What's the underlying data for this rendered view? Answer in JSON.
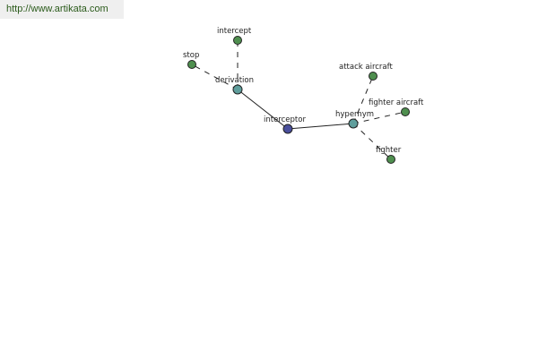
{
  "banner": {
    "url": "http://www.artikata.com"
  },
  "colors": {
    "root_node": "#4a4f9c",
    "relation_node": "#5f9e9c",
    "word_node": "#4f8f4f",
    "edge": "#222222"
  },
  "graph": {
    "nodes": [
      {
        "id": "interceptor",
        "label": "interceptor",
        "kind": "root"
      },
      {
        "id": "derivation",
        "label": "derivation",
        "kind": "relation"
      },
      {
        "id": "hypernym",
        "label": "hypernym",
        "kind": "relation"
      },
      {
        "id": "intercept",
        "label": "intercept",
        "kind": "word"
      },
      {
        "id": "stop",
        "label": "stop",
        "kind": "word"
      },
      {
        "id": "attack_aircraft",
        "label": "attack aircraft",
        "kind": "word"
      },
      {
        "id": "fighter_aircraft",
        "label": "fighter aircraft",
        "kind": "word"
      },
      {
        "id": "fighter",
        "label": "fighter",
        "kind": "word"
      }
    ],
    "edges": [
      {
        "from": "interceptor",
        "to": "derivation",
        "style": "solid"
      },
      {
        "from": "interceptor",
        "to": "hypernym",
        "style": "solid"
      },
      {
        "from": "derivation",
        "to": "intercept",
        "style": "dashed"
      },
      {
        "from": "derivation",
        "to": "stop",
        "style": "dashed"
      },
      {
        "from": "hypernym",
        "to": "attack_aircraft",
        "style": "dashed"
      },
      {
        "from": "hypernym",
        "to": "fighter_aircraft",
        "style": "dashed"
      },
      {
        "from": "hypernym",
        "to": "fighter",
        "style": "dashed"
      }
    ]
  }
}
